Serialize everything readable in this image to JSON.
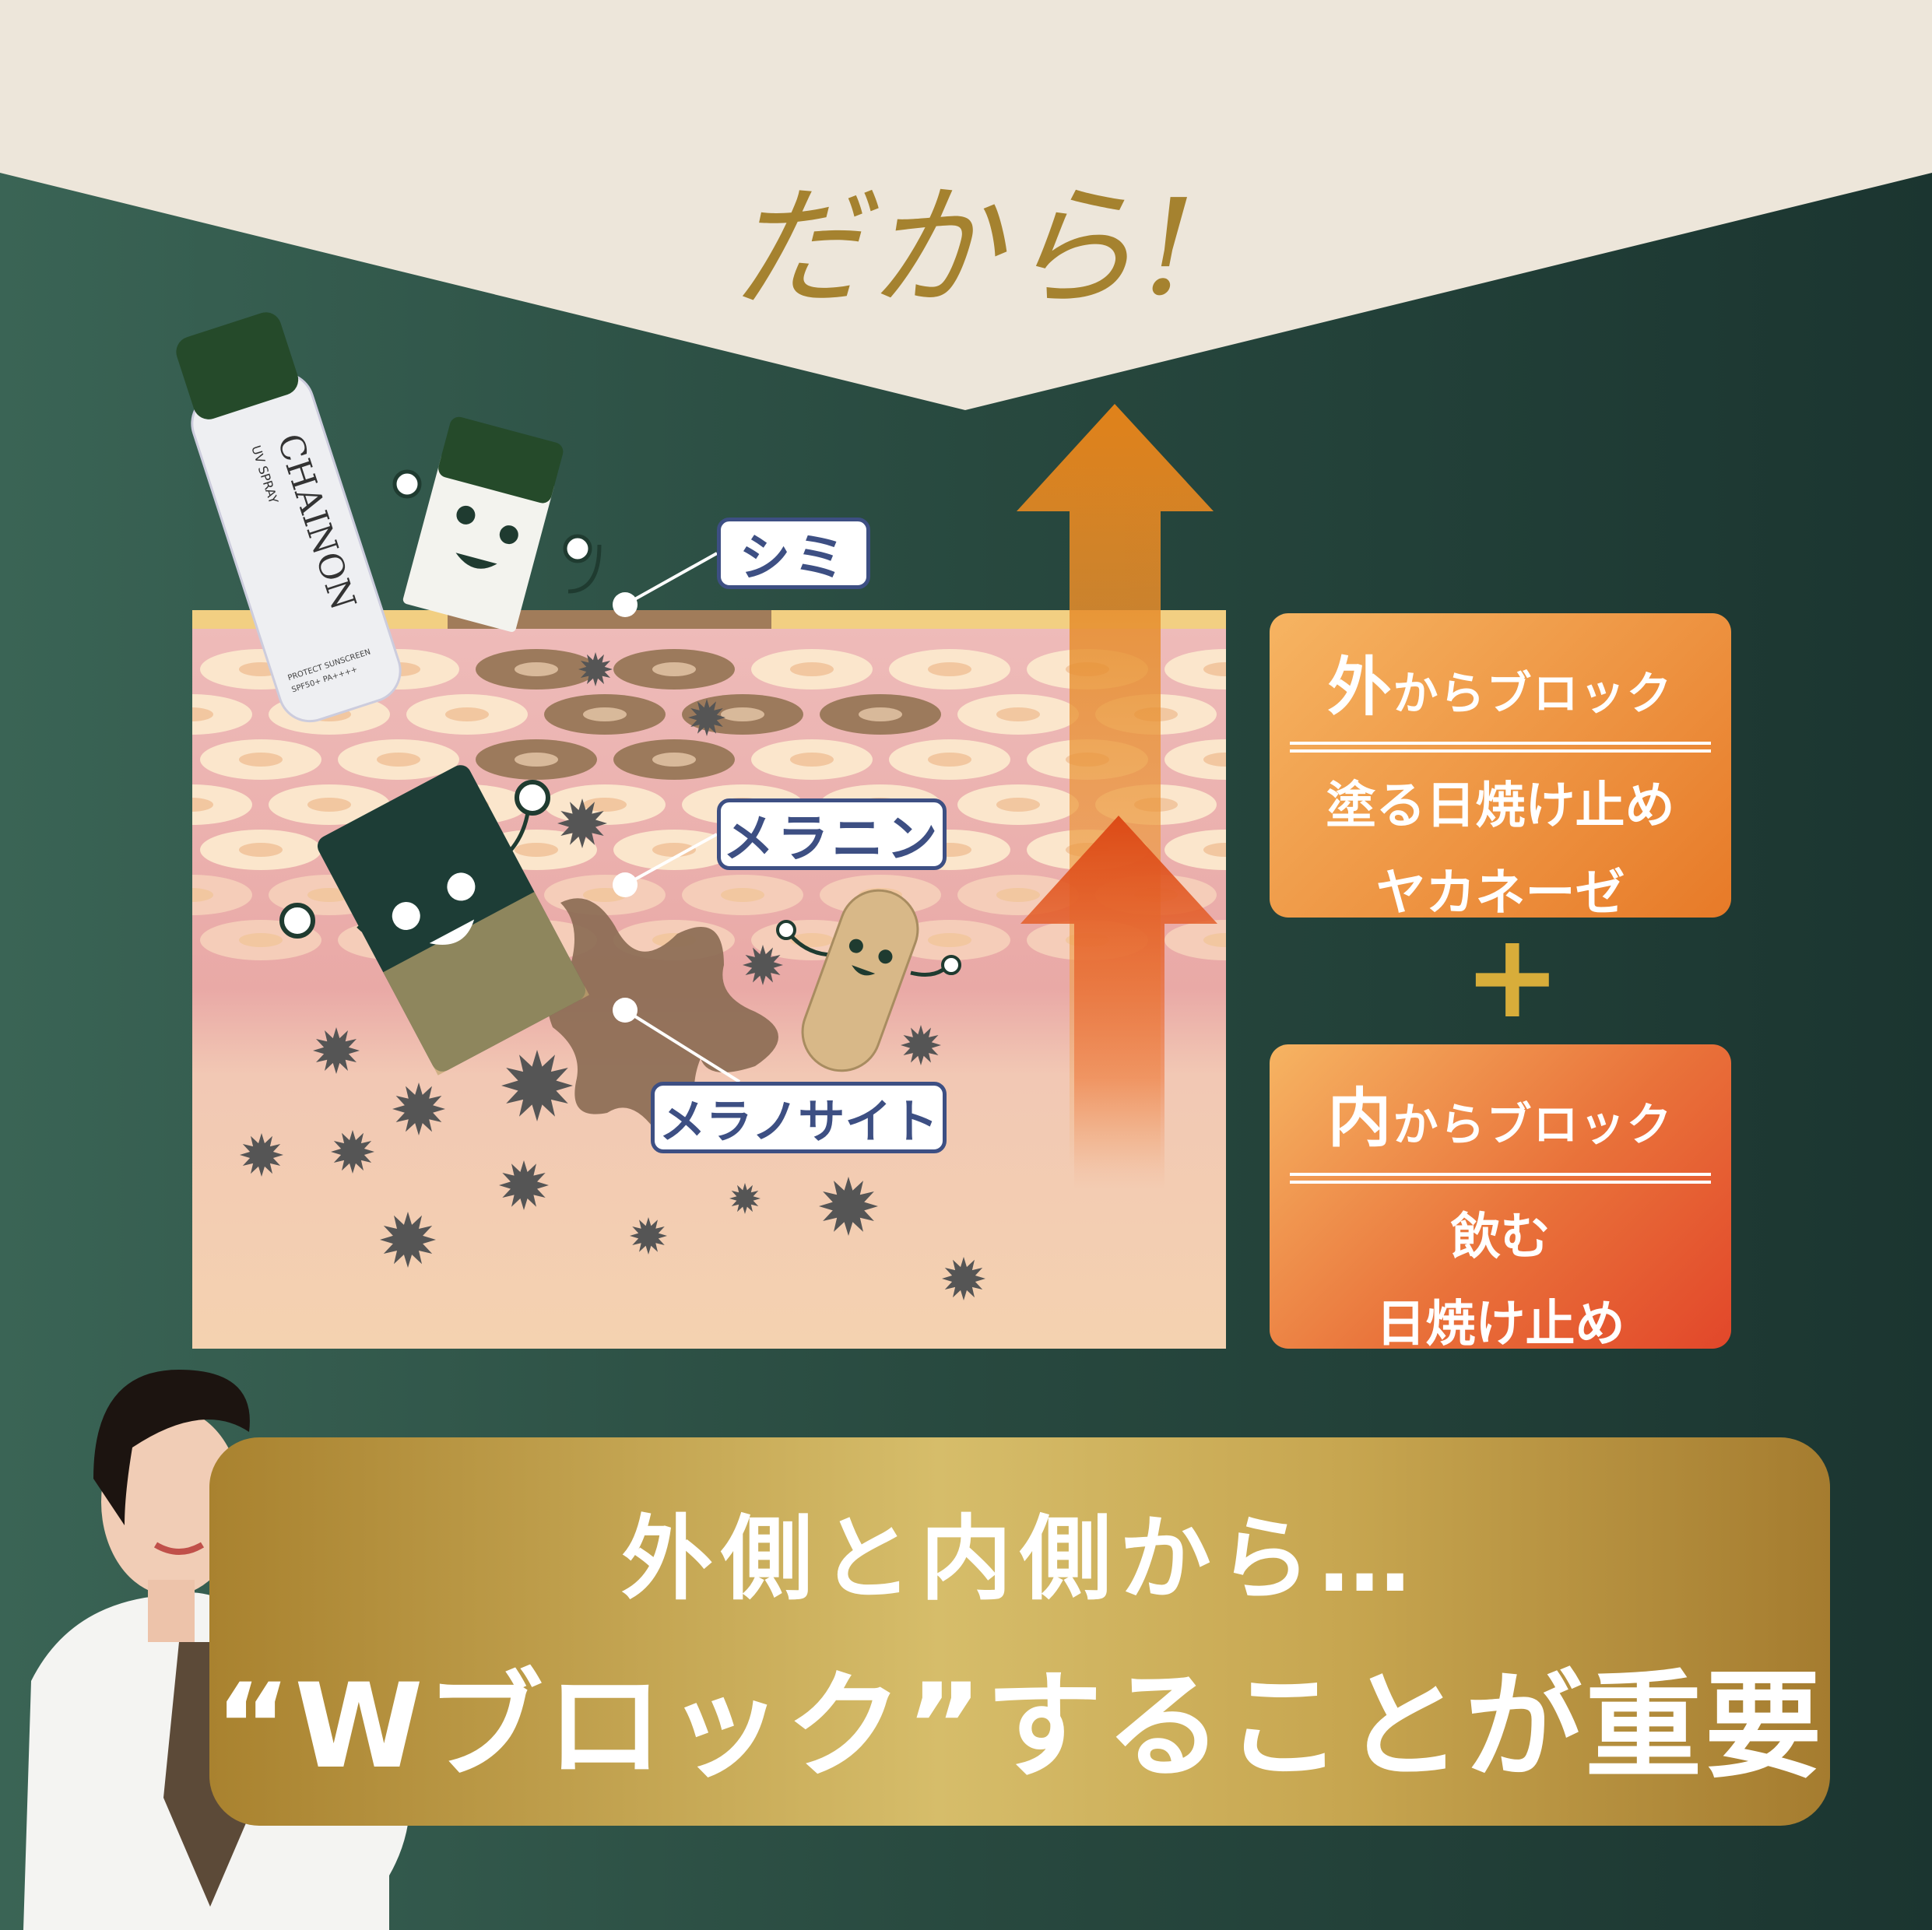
{
  "title": "だから!",
  "labels": {
    "spot": "シミ",
    "melanin": "メラニン",
    "melanocyte": "メラノサイト"
  },
  "products": {
    "brand": "CHAINON",
    "product_type": "UV SPRAY",
    "product_desc": "PROTECT SUNSCREEN",
    "spf": "SPF50+ PA++++"
  },
  "outer_block": {
    "heading_kanji": "外",
    "heading_rest": "からブロック",
    "line1": "塗る日焼け止め",
    "line2": "ヤカネーゼ"
  },
  "plus": "+",
  "inner_block": {
    "heading_kanji": "内",
    "heading_rest": "からブロック",
    "line1": "飲む",
    "line2": "日焼け止め"
  },
  "banner": {
    "line1": "外側と内側から…",
    "line2": "“Wブロック”することが重要"
  },
  "colors": {
    "green": "#28493f",
    "cream": "#ede6da",
    "gold": "#a5822f",
    "orange": "#f0a04a",
    "red": "#e2472a",
    "label": "#3d4f83"
  }
}
